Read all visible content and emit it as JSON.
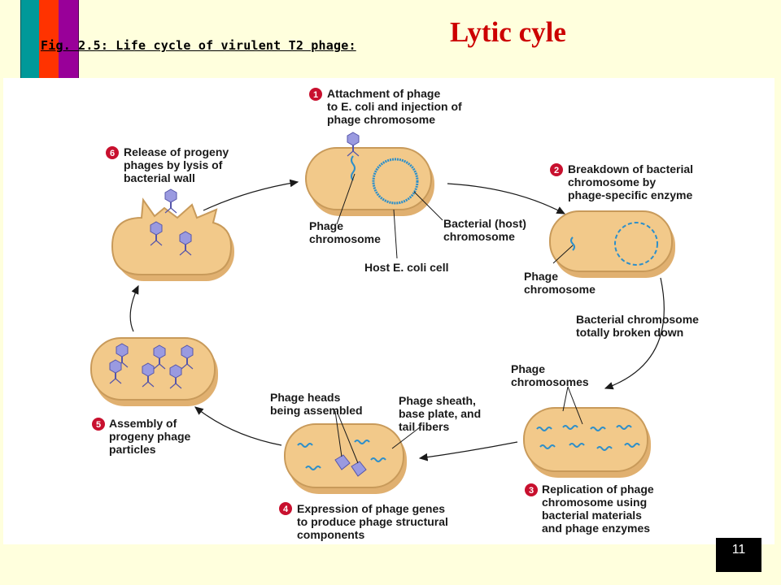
{
  "header": {
    "fig_caption": "Fig. 2.5: Life cycle of virulent T2 phage:",
    "title": "Lytic cyle",
    "bar_colors": [
      "#009999",
      "#FF3300",
      "#990099"
    ]
  },
  "page_number": "11",
  "diagram": {
    "steps": [
      {
        "num": "1",
        "lines": [
          "Attachment of phage",
          "to E. coli and injection of",
          "phage chromosome"
        ]
      },
      {
        "num": "2",
        "lines": [
          "Breakdown of bacterial",
          "chromosome by",
          "phage-specific enzyme"
        ]
      },
      {
        "num": "3",
        "lines": [
          "Replication of phage",
          "chromosome using",
          "bacterial materials",
          "and phage enzymes"
        ]
      },
      {
        "num": "4",
        "lines": [
          "Expression of phage genes",
          "to produce phage structural",
          "components"
        ]
      },
      {
        "num": "5",
        "lines": [
          "Assembly of",
          "progeny phage",
          "particles"
        ]
      },
      {
        "num": "6",
        "lines": [
          "Release of progeny",
          "phages by lysis of",
          "bacterial wall"
        ]
      }
    ],
    "labels": {
      "phage_chromosome_1": [
        "Phage",
        "chromosome"
      ],
      "bacterial_host_chromosome": [
        "Bacterial (host)",
        "chromosome"
      ],
      "host_cell": "Host E. coli cell",
      "phage_chromosome_2": [
        "Phage",
        "chromosome"
      ],
      "chromosome_broken": [
        "Bacterial chromosome",
        "totally broken down"
      ],
      "phage_chromosomes": [
        "Phage",
        "chromosomes"
      ],
      "heads_assembled": [
        "Phage heads",
        "being assembled"
      ],
      "sheath_parts": [
        "Phage sheath,",
        "base plate, and",
        "tail fibers"
      ]
    },
    "colors": {
      "cell_fill": "#F2C98A",
      "cell_stroke": "#C89A5A",
      "dna": "#2E8FC9",
      "step_badge": "#C8102E",
      "phage": "#8E8ED8"
    }
  }
}
